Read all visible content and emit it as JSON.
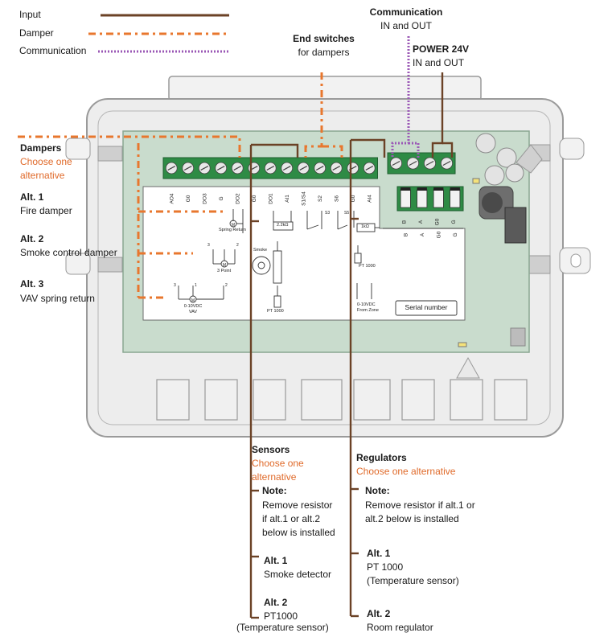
{
  "legend": {
    "input": "Input",
    "damper": "Damper",
    "communication": "Communication"
  },
  "colors": {
    "input_line": "#6b4226",
    "damper_line": "#e8772e",
    "communication_line": "#9b59b6",
    "board": "#c9dccd",
    "terminal": "#2e8b45",
    "housing": "#e6e6e6"
  },
  "callouts": {
    "communication": {
      "title": "Communication",
      "subtitle": "IN and OUT"
    },
    "end_switches": {
      "title": "End switches",
      "subtitle": "for dampers"
    },
    "power": {
      "title": "POWER 24V",
      "subtitle": "IN and OUT"
    }
  },
  "dampers": {
    "title": "Dampers",
    "choose_1": "Choose one",
    "choose_2": "alternative",
    "alt1_title": "Alt. 1",
    "alt1_text": "Fire damper",
    "alt2_title": "Alt. 2",
    "alt2_text": "Smoke control damper",
    "alt3_title": "Alt. 3",
    "alt3_text": "VAV spring return"
  },
  "sensors": {
    "title": "Sensors",
    "choose_1": "Choose one",
    "choose_2": "alternative",
    "note_title": "Note:",
    "note_1": "Remove resistor",
    "note_2": "if alt.1 or alt.2",
    "note_3": "below is installed",
    "alt1_title": "Alt. 1",
    "alt1_text": "Smoke detector",
    "alt2_title": "Alt. 2",
    "alt2_text_1": "PT1000",
    "alt2_text_2": "(Temperature sensor)"
  },
  "regulators": {
    "title": "Regulators",
    "choose": "Choose one alternative",
    "note_title": "Note:",
    "note_1": "Remove resistor if alt.1 or",
    "note_2": "alt.2 below is installed",
    "alt1_title": "Alt. 1",
    "alt1_text_1": "PT 1000",
    "alt1_text_2": "(Temperature sensor)",
    "alt2_title": "Alt. 2",
    "alt2_text": "Room regulator"
  },
  "board": {
    "terminal_labels_left": [
      "AO4",
      "G0",
      "DO3",
      "G",
      "DO2",
      "G0",
      "DO1",
      "AI1",
      "S1/S4",
      "S2",
      "S6",
      "G0",
      "AI4"
    ],
    "terminal_labels_right": [
      "B",
      "A",
      "G0",
      "G"
    ],
    "terminal_labels_right_lower": [
      "B",
      "A",
      "G0",
      "G"
    ],
    "spring_return": "Spring Return",
    "three_point": "3 Point",
    "vav_1": "0-10VDC",
    "vav_2": "VAV",
    "smoke": "Smoke",
    "pt1000_a": "PT 1000",
    "pt1000_b": "PT 1000",
    "from_zone_1": "0-10VDC",
    "from_zone_2": "From Zone",
    "resistor_1": "2.2kΩ",
    "resistor_2": "1kΩ",
    "s3": "S3",
    "s5": "S5",
    "serial_number": "Serial number",
    "pin_1": "1",
    "pin_2": "2",
    "pin_3": "3"
  }
}
